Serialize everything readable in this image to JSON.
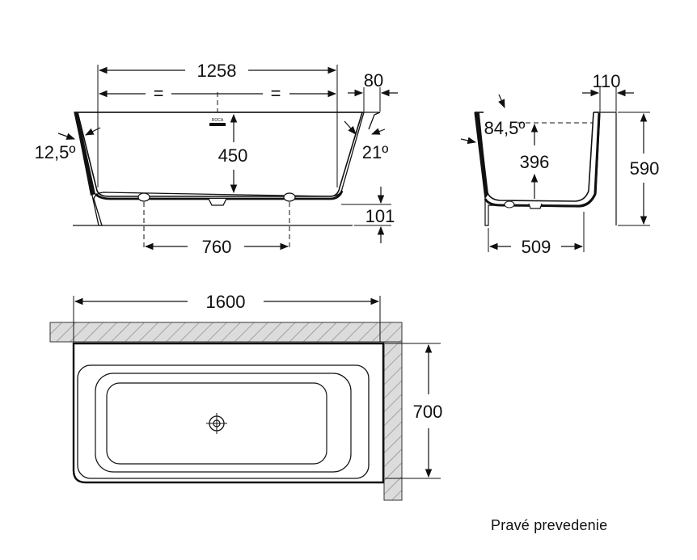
{
  "front_view": {
    "dim_length": "1258",
    "dim_rim": "80",
    "dim_height": "450",
    "dim_foot": "101",
    "dim_legs": "760",
    "angle_left": "12,5º",
    "angle_right": "21º",
    "equal_left": "=",
    "equal_right": "="
  },
  "side_view": {
    "dim_rim": "110",
    "angle": "84,5º",
    "dim_depth": "396",
    "dim_height": "590",
    "dim_width": "509"
  },
  "plan_view": {
    "dim_length": "1600",
    "dim_width": "700"
  },
  "caption": "Pravé prevedenie"
}
